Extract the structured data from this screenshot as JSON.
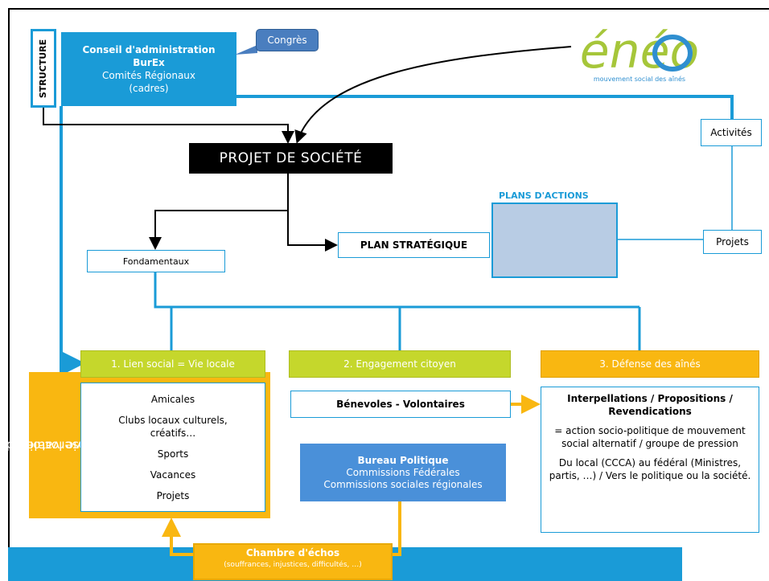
{
  "structure_label": "STRUCTURE",
  "conseil": {
    "line1": "Conseil d'administration",
    "line2": "BurEx",
    "line3": "Comités Régionaux",
    "line4": "(cadres)"
  },
  "congres": "Congrès",
  "logo": {
    "word": "énéo",
    "tagline": "mouvement social des aînés",
    "colors": {
      "green": "#a6c63a",
      "blue": "#2f8fd0"
    }
  },
  "projet_de_societe": "PROJET DE SOCIÉTÉ",
  "activites": "Activités",
  "projets": "Projets",
  "plans_actions": "PLANS D'ACTIONS",
  "plan_strategique": "PLAN STRATÉGIQUE",
  "fondamentaux": "Fondamentaux",
  "categories": [
    "1. Lien social = Vie locale",
    "2. Engagement citoyen",
    "3. Défense des aînés"
  ],
  "observatoire": {
    "line1": "Observatoire de",
    "line2": "la vie locale"
  },
  "vie_locale_items": [
    "Amicales",
    "Clubs locaux culturels, créatifs…",
    "Sports",
    "Vacances",
    "Projets"
  ],
  "benevoles": "Bénevoles - Volontaires",
  "bureau": {
    "line1": "Bureau Politique",
    "line2": "Commissions Fédérales",
    "line3": "Commissions sociales régionales"
  },
  "interpellations": {
    "title": "Interpellations / Propositions / Revendications",
    "p1": "= action socio-politique de mouvement social alternatif / groupe de pression",
    "p2": "Du local (CCCA) au fédéral (Ministres, partis, …)  / Vers le politique ou la société."
  },
  "chambre": {
    "title": "Chambre d'échos",
    "subtitle": "(souffrances, injustices, difficultés, …)"
  },
  "colors": {
    "blue": "#1a9bd7",
    "lime": "#c5d72c",
    "orange": "#f9b711",
    "mid_blue": "#4a90d9",
    "plans_fill": "#b8cce4"
  }
}
